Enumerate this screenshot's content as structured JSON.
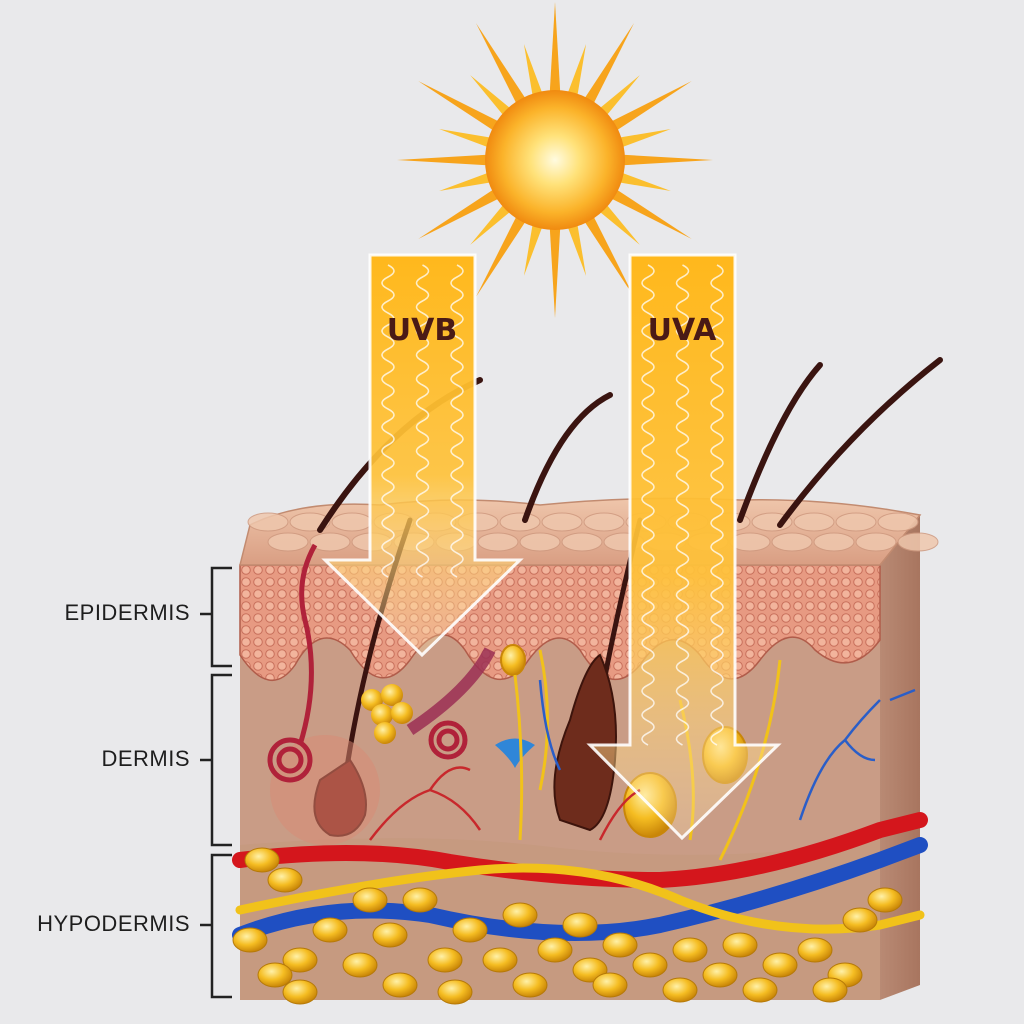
{
  "layers": [
    {
      "key": "epidermis",
      "label": "EPIDERMIS"
    },
    {
      "key": "dermis",
      "label": "DERMIS"
    },
    {
      "key": "hypodermis",
      "label": "HYPODERMIS"
    }
  ],
  "rays": [
    {
      "key": "uvb",
      "label": "UVB"
    },
    {
      "key": "uva",
      "label": "UVA"
    }
  ],
  "colors": {
    "background": "#e9e9eb",
    "sun_core": "#ffe27a",
    "sun_rays": "#f7a41c",
    "ray_fill": "#ffb81c",
    "ray_text": "#4a1a16",
    "skin_surface": "#e5b497",
    "epidermis": "#e79a82",
    "dermis": "#c99c86",
    "hypodermis": "#c9a087",
    "artery": "#d4161c",
    "vein": "#1f4fc2",
    "nerve": "#f1c21a",
    "fat": "#f2b51e",
    "hair": "#3a1410"
  }
}
